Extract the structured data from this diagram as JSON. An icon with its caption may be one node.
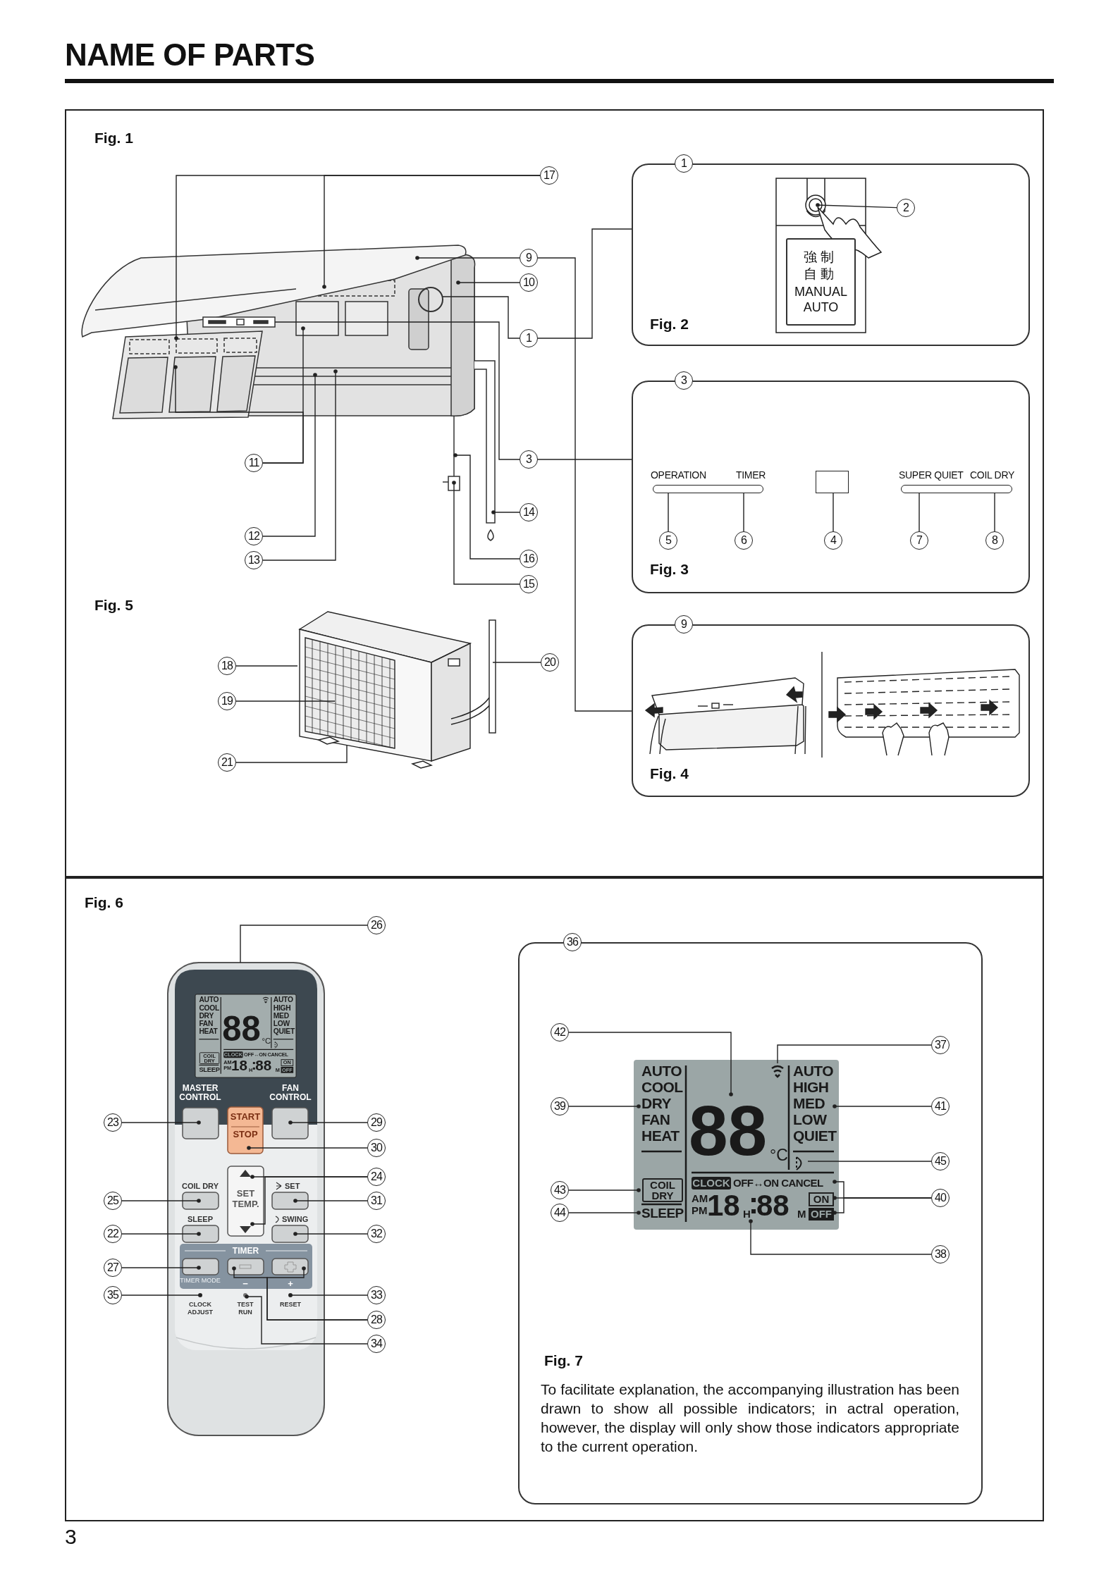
{
  "diagram": {
    "title": "NAME OF PARTS",
    "nodes": [
      {
        "text": [
          "Fig. 1",
          "Fig. 5"
        ]
      },
      {
        "text": [
          "17"
        ],
        "in": 0
      },
      {
        "text": [
          "9"
        ],
        "in": 0
      },
      {
        "text": [
          "10"
        ],
        "in": 0
      },
      {
        "text": [
          "1"
        ],
        "in": 0
      },
      {
        "text": [
          "3"
        ],
        "in": 0
      },
      {
        "text": [
          "11"
        ],
        "in": 0
      },
      {
        "text": [
          "14"
        ],
        "in": 0
      },
      {
        "text": [
          "12"
        ],
        "in": 0
      },
      {
        "text": [
          "13"
        ],
        "in": 0
      },
      {
        "text": [
          "16"
        ],
        "in": 0
      },
      {
        "text": [
          "15"
        ],
        "in": 0
      },
      {
        "text": [
          "Fig. 2"
        ],
        "in": 0
      },
      {
        "text": [
          "1"
        ],
        "in": 0
      },
      {
        "text": [
          "強制自動",
          "MANUAL AUTO"
        ],
        "in": 61
      },
      {
        "text": [
          "2"
        ],
        "in": 12
      },
      {
        "text": [
          "Fig. 3"
        ],
        "in": 0
      },
      {
        "text": [
          "3"
        ],
        "in": 0
      },
      {
        "text": [
          "OPERATION",
          "TIMER"
        ],
        "in": 16
      },
      {
        "text": [],
        "shape": "box",
        "in": 16
      },
      {
        "text": [
          "SUPER QUIET",
          "COIL DRY"
        ],
        "in": 16
      },
      {
        "text": [
          "5"
        ],
        "in": 16
      },
      {
        "text": [
          "6"
        ],
        "in": 16
      },
      {
        "text": [
          "4"
        ],
        "in": 16
      },
      {
        "text": [
          "7"
        ],
        "in": 16
      },
      {
        "text": [
          "8"
        ],
        "in": 16
      },
      {
        "text": [
          "Fig. 4"
        ],
        "in": 0
      },
      {
        "text": [
          "9"
        ],
        "in": 0
      },
      {
        "text": [
          "18"
        ],
        "in": 0
      },
      {
        "text": [
          "20"
        ],
        "in": 0
      },
      {
        "text": [
          "19"
        ],
        "in": 0
      },
      {
        "text": [
          "21"
        ],
        "in": 0
      },
      {
        "text": [
          "Fig. 6"
        ]
      },
      {
        "text": [
          "26"
        ],
        "in": 32
      },
      {
        "text": [
          "23"
        ],
        "in": 32
      },
      {
        "text": [
          "29"
        ],
        "in": 32
      },
      {
        "text": [
          "30"
        ],
        "in": 32
      },
      {
        "text": [
          "24"
        ],
        "in": 32
      },
      {
        "text": [
          "25"
        ],
        "in": 32
      },
      {
        "text": [
          "31"
        ],
        "in": 32
      },
      {
        "text": [
          "22"
        ],
        "in": 32
      },
      {
        "text": [
          "32"
        ],
        "in": 32
      },
      {
        "text": [
          "27"
        ],
        "in": 32
      },
      {
        "text": [
          "35"
        ],
        "in": 32
      },
      {
        "text": [
          "33"
        ],
        "in": 32
      },
      {
        "text": [
          "28"
        ],
        "in": 32
      },
      {
        "text": [
          "34"
        ],
        "in": 32
      },
      {
        "text": [
          "Fig. 7",
          "To facilitate explanation, the accompanying illustration has been drawn to show all possible indicators; in actral operation, however, the display will only show those indicators appropriate to the current operation."
        ],
        "in": 32
      },
      {
        "text": [
          "36"
        ],
        "in": 32
      },
      {
        "text": [
          "42"
        ],
        "in": 47
      },
      {
        "text": [
          "37"
        ],
        "in": 47
      },
      {
        "text": [
          "39"
        ],
        "in": 47
      },
      {
        "text": [
          "41"
        ],
        "in": 47
      },
      {
        "text": [
          "45"
        ],
        "in": 47
      },
      {
        "text": [
          "43"
        ],
        "in": 47
      },
      {
        "text": [
          "40"
        ],
        "in": 47
      },
      {
        "text": [
          "44"
        ],
        "in": 47
      },
      {
        "text": [
          "38"
        ],
        "in": 47
      },
      {
        "text": [],
        "shape": "picture",
        "in": 0
      },
      {
        "text": [],
        "shape": "picture",
        "in": 0
      },
      {
        "text": [],
        "shape": "picture",
        "in": 0
      },
      {
        "text": [],
        "shape": "picture",
        "in": 12
      },
      {
        "text": [],
        "shape": "picture",
        "in": 0
      },
      {
        "text": [],
        "shape": "picture",
        "in": 32
      },
      {
        "text": [],
        "shape": "picture",
        "in": 47
      }
    ],
    "edges": [
      {
        "from": 1,
        "to": 58,
        "arrow": "other"
      },
      {
        "from": 1,
        "to": 58,
        "arrow": "other"
      },
      {
        "from": 2,
        "to": 58,
        "arrow": "other"
      },
      {
        "from": 2,
        "to": 26,
        "arrow": "none"
      },
      {
        "from": 3,
        "to": 58,
        "arrow": "other"
      },
      {
        "from": 4,
        "to": 58,
        "arrow": "none"
      },
      {
        "from": 4,
        "to": 12,
        "arrow": "none"
      },
      {
        "from": 5,
        "to": 58,
        "arrow": "none"
      },
      {
        "from": 5,
        "to": 16,
        "arrow": "none"
      },
      {
        "from": 6,
        "to": 58,
        "arrow": "other"
      },
      {
        "from": 6,
        "to": 58,
        "arrow": "other"
      },
      {
        "from": 7,
        "to": 59,
        "arrow": "other"
      },
      {
        "from": 8,
        "to": 58,
        "arrow": "other"
      },
      {
        "from": 9,
        "to": 58,
        "arrow": "other"
      },
      {
        "from": 10,
        "to": 60,
        "arrow": "other"
      },
      {
        "from": 11,
        "to": 60,
        "arrow": "other"
      },
      {
        "from": 15,
        "to": 61,
        "arrow": "other"
      },
      {
        "from": 21,
        "to": 18,
        "arrow": "none"
      },
      {
        "from": 22,
        "to": 18,
        "arrow": "none"
      },
      {
        "from": 23,
        "to": 19,
        "arrow": "none"
      },
      {
        "from": 24,
        "to": 20,
        "arrow": "none"
      },
      {
        "from": 25,
        "to": 20,
        "arrow": "none"
      },
      {
        "from": 28,
        "to": 62,
        "arrow": "none"
      },
      {
        "from": 29,
        "to": 62,
        "arrow": "none"
      },
      {
        "from": 30,
        "to": 62,
        "arrow": "none"
      },
      {
        "from": 31,
        "to": 62,
        "arrow": "none"
      },
      {
        "from": 33,
        "to": 63,
        "arrow": "none"
      },
      {
        "from": 34,
        "to": 63,
        "arrow": "other"
      },
      {
        "from": 35,
        "to": 63,
        "arrow": "other"
      },
      {
        "from": 36,
        "to": 63,
        "arrow": "other"
      },
      {
        "from": 37,
        "to": 63,
        "arrow": "other"
      },
      {
        "from": 37,
        "to": 63,
        "arrow": "other"
      },
      {
        "from": 38,
        "to": 63,
        "arrow": "other"
      },
      {
        "from": 39,
        "to": 63,
        "arrow": "other"
      },
      {
        "from": 40,
        "to": 63,
        "arrow": "other"
      },
      {
        "from": 41,
        "to": 63,
        "arrow": "other"
      },
      {
        "from": 42,
        "to": 63,
        "arrow": "other"
      },
      {
        "from": 43,
        "to": 63,
        "arrow": "other"
      },
      {
        "from": 44,
        "to": 63,
        "arrow": "other"
      },
      {
        "from": 45,
        "to": 63,
        "arrow": "other"
      },
      {
        "from": 45,
        "to": 63,
        "arrow": "other"
      },
      {
        "from": 46,
        "to": 63,
        "arrow": "other"
      },
      {
        "from": 49,
        "to": 64,
        "arrow": "other"
      },
      {
        "from": 50,
        "to": 64,
        "arrow": "none"
      },
      {
        "from": 51,
        "to": 64,
        "arrow": "other"
      },
      {
        "from": 52,
        "to": 64,
        "arrow": "other"
      },
      {
        "from": 53,
        "to": 64,
        "arrow": "none"
      },
      {
        "from": 54,
        "to": 64,
        "arrow": "other"
      },
      {
        "from": 55,
        "to": 64,
        "arrow": "other"
      },
      {
        "from": 55,
        "to": 64,
        "arrow": "other"
      },
      {
        "from": 55,
        "to": 64,
        "arrow": "other"
      },
      {
        "from": 56,
        "to": 64,
        "arrow": "other"
      },
      {
        "from": 57,
        "to": 64,
        "arrow": "other"
      }
    ],
    "labels": [
      "AUTO COOL DRY FAN HEAT",
      "88",
      "°C",
      "AUTO HIGH MED LOW QUIET",
      "COIL DRY",
      "SLEEP",
      "CLOCK",
      "OFF↔ON CANCEL",
      "AM PM",
      "18",
      "H",
      "88",
      "M",
      "ON",
      "OFF",
      "MASTER CONTROL",
      "START",
      "STOP",
      "FAN CONTROL",
      "COIL DRY",
      "SET",
      "SET TEMP.",
      "SLEEP",
      "SWING",
      "TIMER",
      "TIMER MODE",
      "−",
      "+",
      "CLOCK ADJUST",
      "TEST RUN",
      "RESET",
      "AUTO COOL DRY FAN HEAT",
      "88",
      "°C",
      "AUTO HIGH MED LOW QUIET",
      "COIL DRY",
      "SLEEP",
      "CLOCK",
      "OFF↔ON CANCEL",
      "AM PM",
      "18",
      "H",
      "88",
      "M",
      "ON",
      "OFF",
      "3"
    ]
  }
}
